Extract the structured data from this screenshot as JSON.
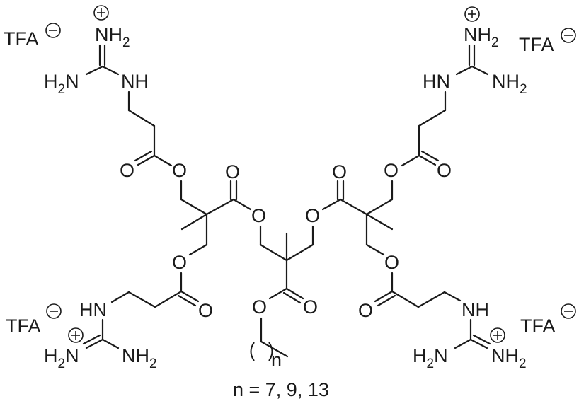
{
  "figure": {
    "type": "chemical-structure",
    "description": "Dendritic bis-MPA ester core bearing four guanidinium-terminated beta-alanine esters as TFA salts, with an alkyl ester chain",
    "caption": "n = 7, 9, 13",
    "subscript_label": "n",
    "counterions": [
      "TFA",
      "TFA",
      "TFA",
      "TFA"
    ],
    "labels": {
      "tfa": "TFA",
      "nh2": "NH",
      "h2n_h": "H",
      "h2n_n": "N",
      "nh": "NH",
      "hn": "HN",
      "o": "O",
      "two": "2"
    }
  }
}
